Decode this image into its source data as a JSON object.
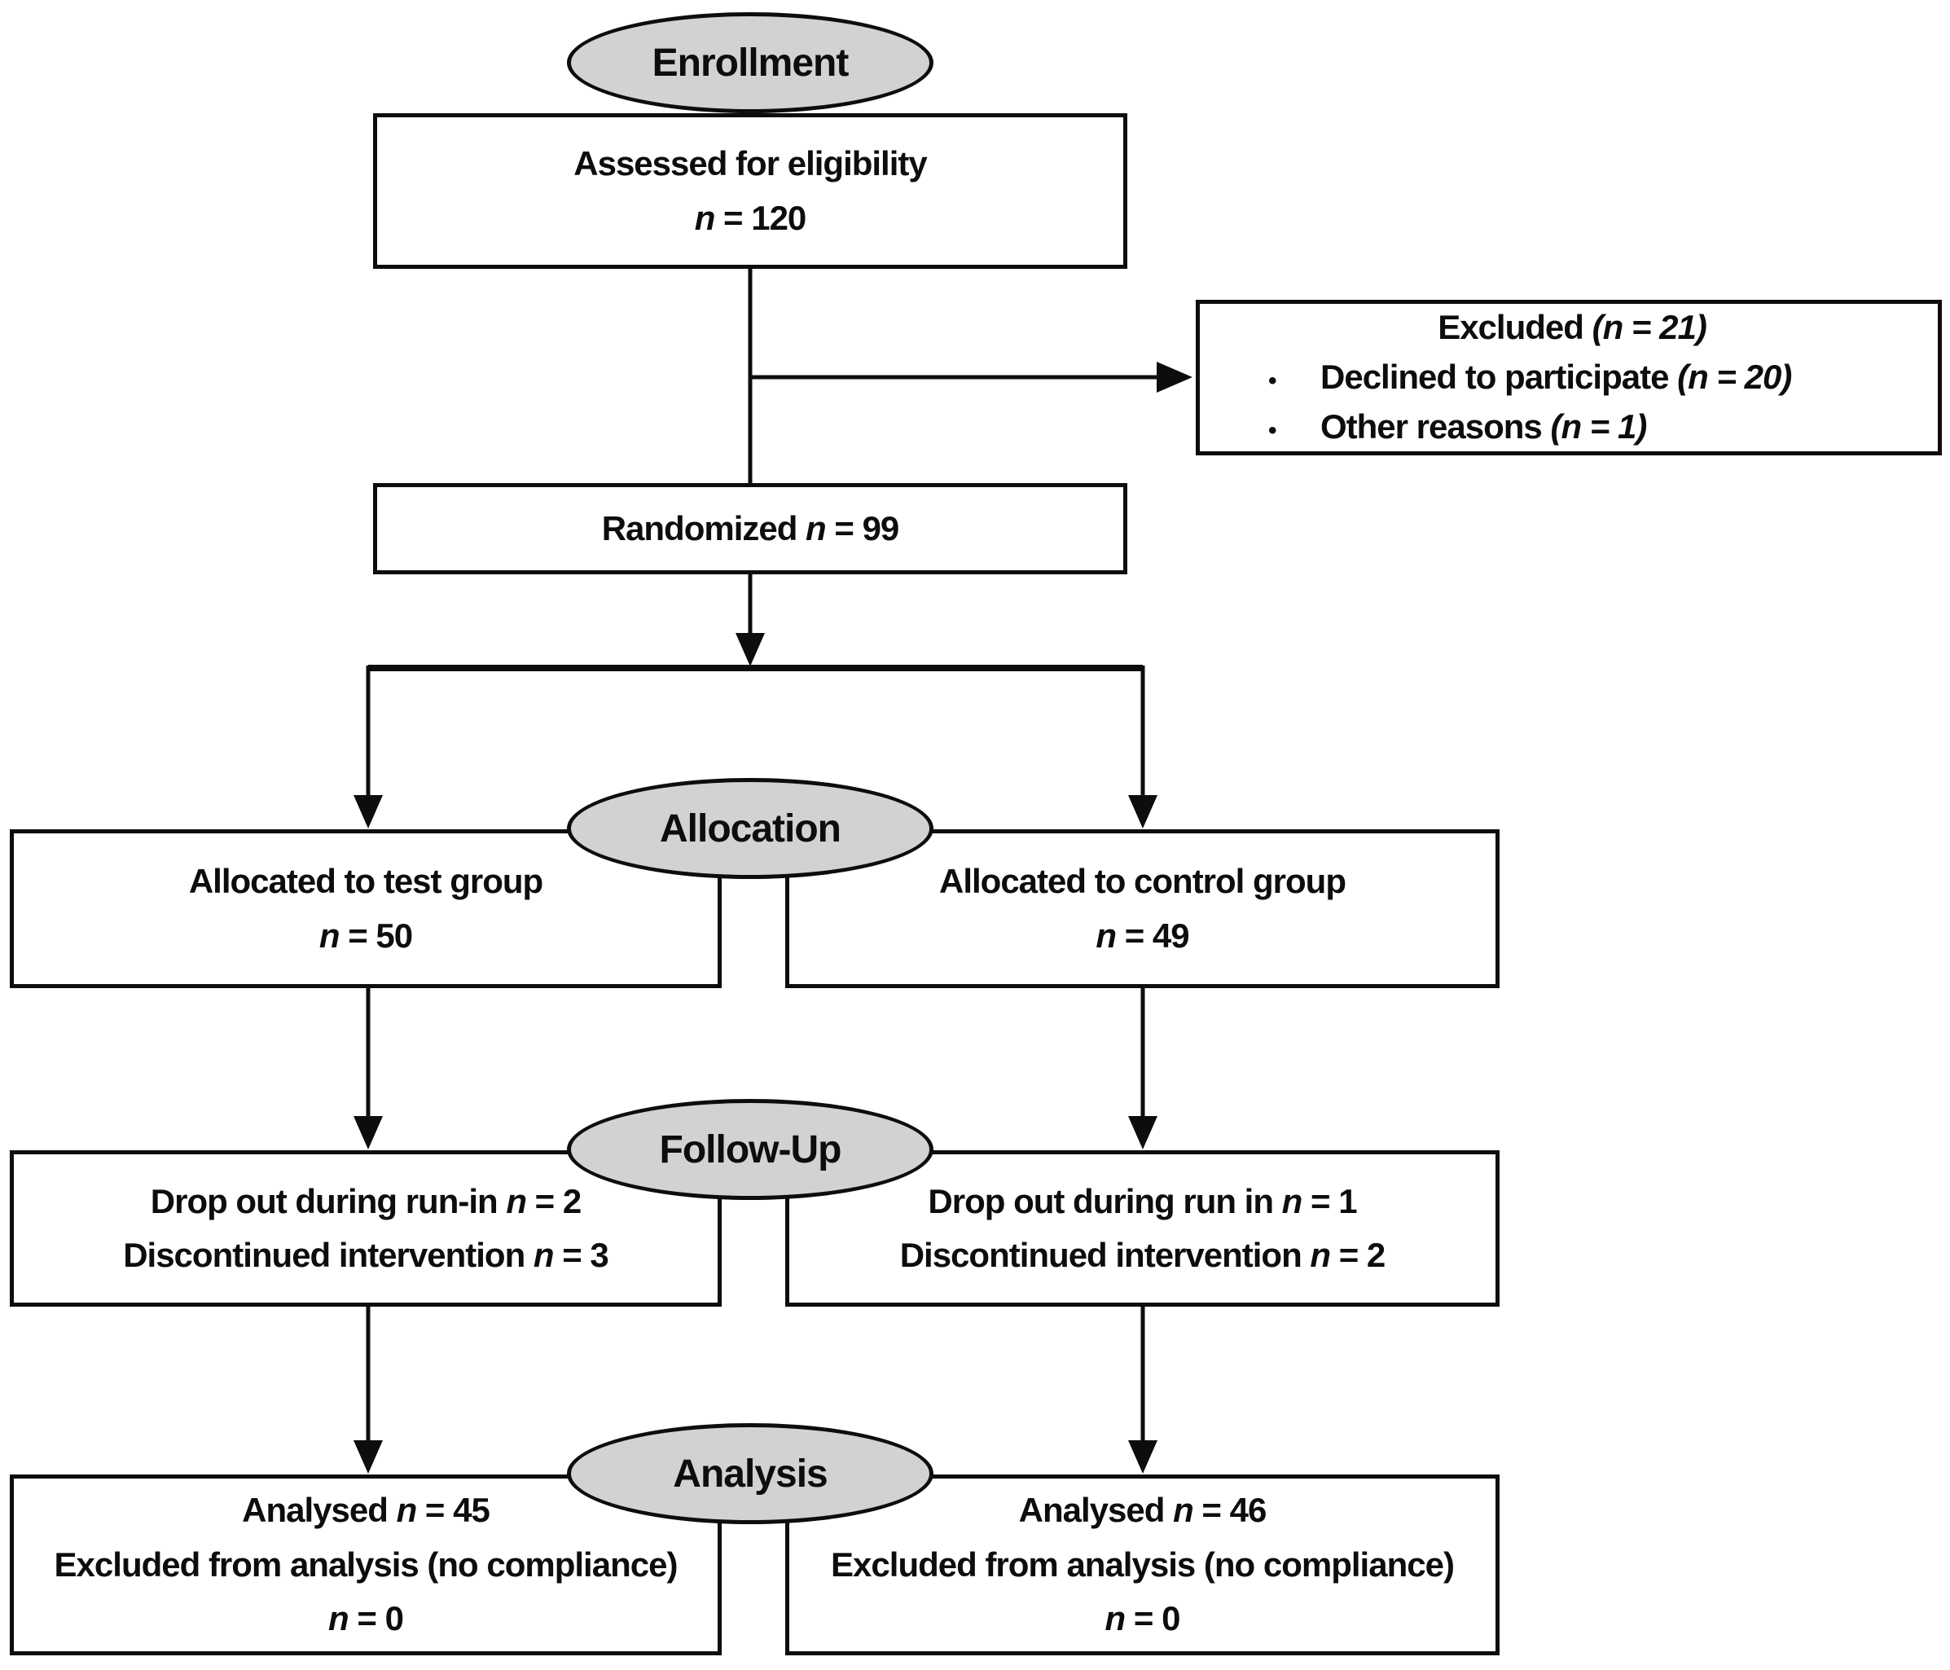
{
  "stages": {
    "enrollment": "Enrollment",
    "allocation": "Allocation",
    "followup": "Follow-Up",
    "analysis": "Analysis"
  },
  "boxes": {
    "assessed": {
      "l1": {
        "pre": "Assessed for eligibility"
      },
      "l2": {
        "n": "n",
        "post": " = 120"
      }
    },
    "excluded": {
      "bullet_char": "•",
      "title": {
        "pre": "Excluded ",
        "italic": "(n = 21)"
      },
      "bullets": [
        {
          "pre": "Declined to participate ",
          "italic": "(n = 20)"
        },
        {
          "pre": "Other reasons ",
          "italic": "(n = 1)"
        }
      ]
    },
    "randomized": {
      "l1": {
        "pre": "Randomized ",
        "n": "n",
        "post": " = 99"
      }
    },
    "alloc_test": {
      "l1": {
        "pre": "Allocated to test group"
      },
      "l2": {
        "n": "n",
        "post": " = 50"
      }
    },
    "alloc_control": {
      "l1": {
        "pre": "Allocated to control group"
      },
      "l2": {
        "n": "n",
        "post": " = 49"
      }
    },
    "followup_test": {
      "l1": {
        "pre": "Drop out during run-in ",
        "n": "n",
        "post": " = 2"
      },
      "l2": {
        "pre": "Discontinued intervention ",
        "n": "n",
        "post": " = 3"
      }
    },
    "followup_control": {
      "l1": {
        "pre": "Drop out during run in ",
        "n": "n",
        "post": " = 1"
      },
      "l2": {
        "pre": "Discontinued intervention ",
        "n": "n",
        "post": " = 2"
      }
    },
    "analysis_test": {
      "l1": {
        "pre": "Analysed ",
        "n": "n",
        "post": " = 45"
      },
      "l2": {
        "pre": "Excluded from analysis (no compliance)"
      },
      "l3": {
        "n": "n",
        "post": " = 0"
      }
    },
    "analysis_control": {
      "l1": {
        "pre": "Analysed ",
        "n": "n",
        "post": " = 46"
      },
      "l2": {
        "pre": "Excluded from analysis (no compliance)"
      },
      "l3": {
        "n": "n",
        "post": " = 0"
      }
    }
  },
  "colors": {
    "stage_fill": "#d2d2d2",
    "line": "#0d0d0d",
    "box_fill": "#ffffff",
    "text": "#0d0d0d"
  }
}
